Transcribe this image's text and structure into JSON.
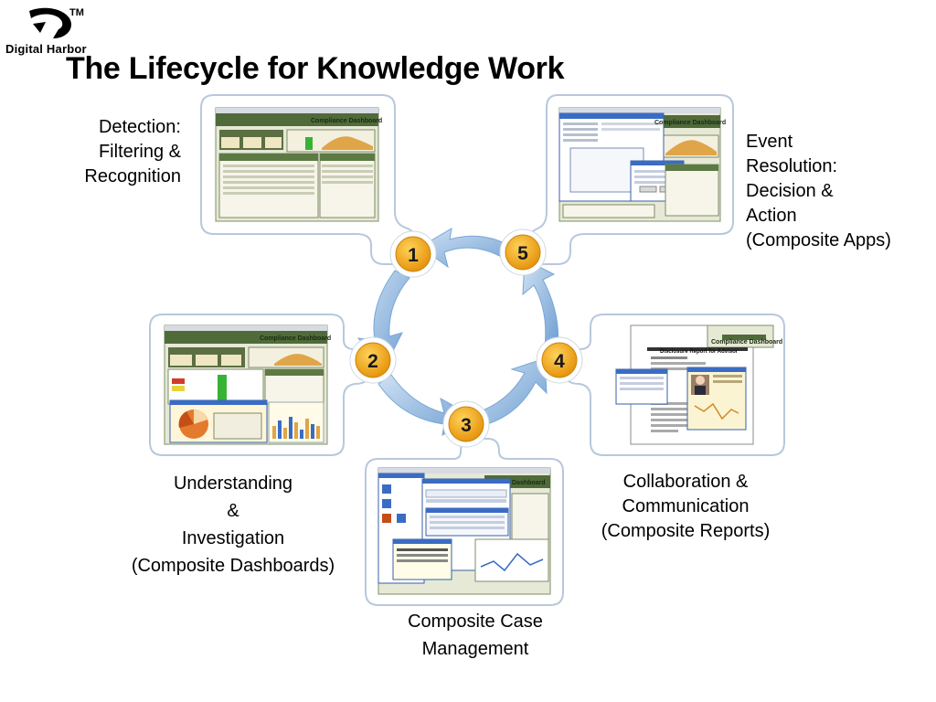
{
  "logo": {
    "name": "Digital Harbor",
    "tm": "TM"
  },
  "title": "The Lifecycle for Knowledge Work",
  "steps": [
    {
      "number": "1",
      "lines": [
        "Detection:",
        "Filtering &",
        "Recognition"
      ]
    },
    {
      "number": "2",
      "lines": [
        "Understanding",
        "&",
        "Investigation",
        "(Composite Dashboards)"
      ]
    },
    {
      "number": "3",
      "lines": [
        "Composite Case",
        "Management"
      ]
    },
    {
      "number": "4",
      "lines": [
        "Collaboration &",
        "Communication",
        "(Composite Reports)"
      ]
    },
    {
      "number": "5",
      "lines": [
        "Event",
        "Resolution:",
        "Decision &",
        "Action",
        "(Composite Apps)"
      ]
    }
  ],
  "thumbnails": {
    "dashboard_title": "Compliance Dashboard",
    "report_title": "Disclosure Report for Advisor",
    "case_title": "Dashboard"
  },
  "colors": {
    "badge_fill": "#f2a516",
    "badge_ring": "#ffffff",
    "arrow": "#8fb8e0",
    "card_border": "#b8c8dc"
  }
}
